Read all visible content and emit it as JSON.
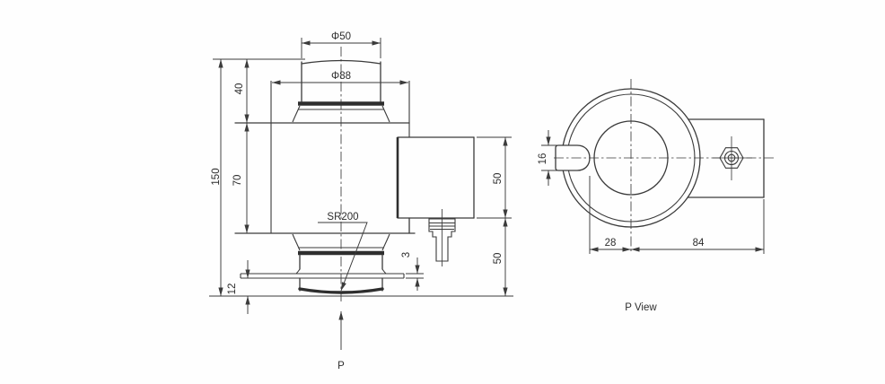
{
  "front_view": {
    "dim_top_cap_diameter": "Φ50",
    "dim_body_diameter": "Φ88",
    "dim_cap_height": "40",
    "dim_body_height": "70",
    "dim_total_height": "150",
    "dim_base_protrusion": "12",
    "dim_shim_thickness": "3",
    "dim_junction_box_height": "50",
    "dim_box_to_base": "50",
    "dim_spherical_radius": "SR200",
    "load_direction_label": "P"
  },
  "p_view": {
    "caption": "P View",
    "dim_slot_width": "16",
    "dim_center_to_slot": "28",
    "dim_center_to_box_edge": "84"
  },
  "colors": {
    "line": "#3b3b3b",
    "background": "#fefefe"
  }
}
